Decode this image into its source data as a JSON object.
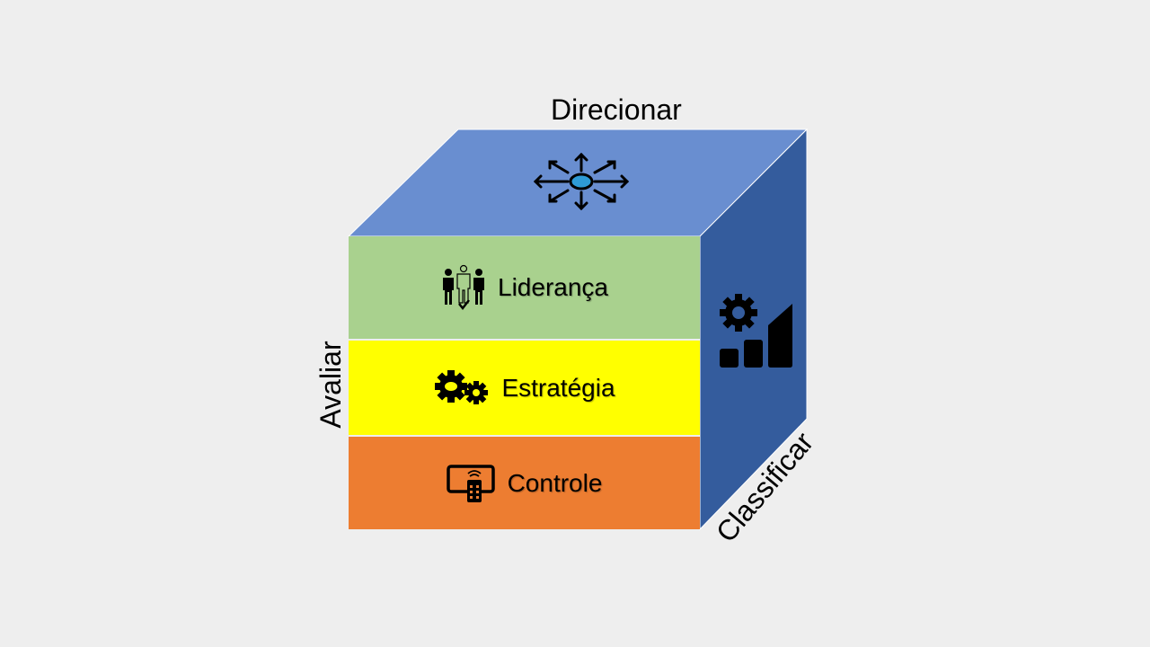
{
  "faces": {
    "top": {
      "label": "Direcionar",
      "icon": "distribution-arrows-icon",
      "color": "#698ed0"
    },
    "left": {
      "label": "Avaliar"
    },
    "right": {
      "label": "Classificar",
      "icon": "gear-growth-chart-icon",
      "color": "#345c9d"
    }
  },
  "layers": [
    {
      "label": "Liderança",
      "icon": "team-leader-icon",
      "color": "#a9d18e"
    },
    {
      "label": "Estratégia",
      "icon": "gears-icon",
      "color": "#ffff00"
    },
    {
      "label": "Controle",
      "icon": "remote-control-screen-icon",
      "color": "#ed7d31"
    }
  ]
}
